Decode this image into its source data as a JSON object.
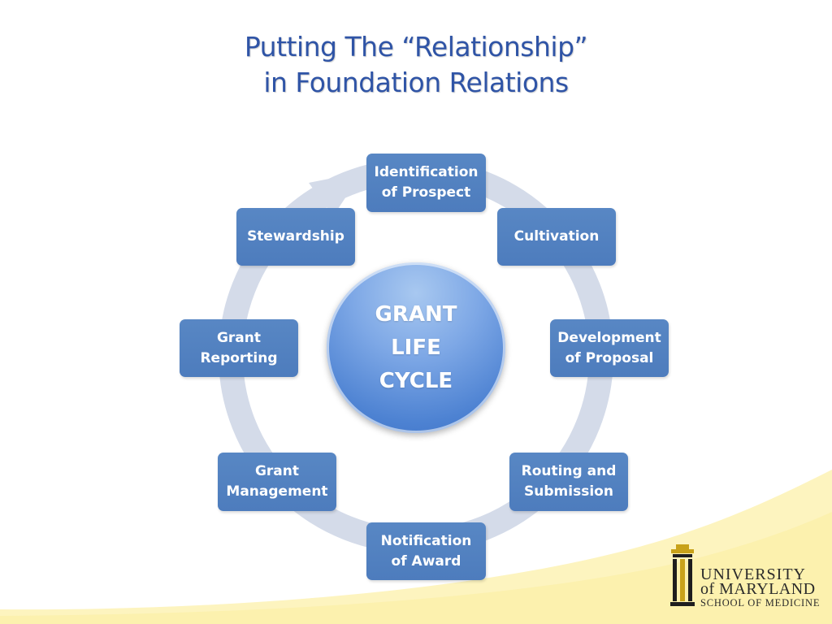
{
  "title": {
    "line1": "Putting The “Relationship”",
    "line2": "in Foundation Relations"
  },
  "center": {
    "line1": "GRANT",
    "line2": "LIFE",
    "line3": "CYCLE"
  },
  "steps": [
    "Identification\nof Prospect",
    "Cultivation",
    "Development\nof Proposal",
    "Routing and\nSubmission",
    "Notification\nof Award",
    "Grant\nManagement",
    "Grant\nReporting",
    "Stewardship"
  ],
  "logo": {
    "line1": "UNIVERSITY",
    "line2": "of MARYLAND",
    "line3": "SCHOOL OF MEDICINE"
  },
  "colors": {
    "box": "#4f7ebf",
    "arrow": "#d3d9e8",
    "title": "#2f54a6",
    "wave": "#fbf0a8"
  }
}
